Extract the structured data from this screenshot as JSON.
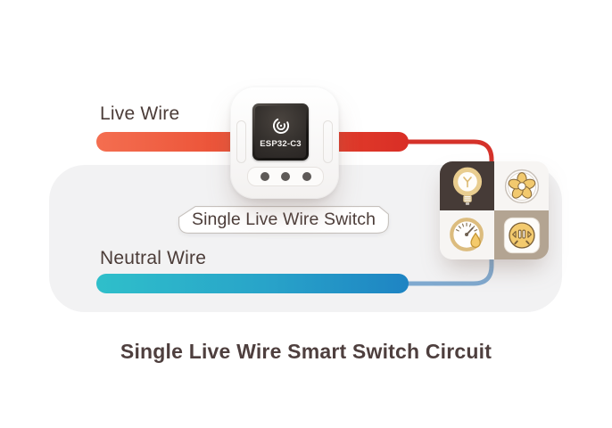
{
  "diagram": {
    "title": "Single Live Wire Smart Switch Circuit",
    "live_wire_label": "Live Wire",
    "neutral_wire_label": "Neutral Wire",
    "switch_label": "Single Live Wire Switch",
    "device": {
      "chip_label": "ESP32-C3",
      "logo_icon": "espressif-swirl-icon",
      "indicator_dots": 3
    },
    "appliances": [
      {
        "icon": "light-bulb-icon",
        "cell_bg": "#463b37"
      },
      {
        "icon": "fan-icon",
        "cell_bg": "#f7f5f3"
      },
      {
        "icon": "water-meter-gauge-icon",
        "cell_bg": "#f7f5f3"
      },
      {
        "icon": "power-socket-icon",
        "cell_bg": "#b3a492"
      }
    ],
    "colors": {
      "live_wire_gradient": [
        "#f46e50",
        "#d92e26"
      ],
      "neutral_wire_gradient": [
        "#2fbfca",
        "#1e84c3"
      ],
      "red_connector": "#d5322a",
      "blue_connector": "#7fa9cf",
      "panel_bg": "#f2f2f3",
      "text": "#4b3c38",
      "accent_gold": "#f2c96e"
    }
  }
}
